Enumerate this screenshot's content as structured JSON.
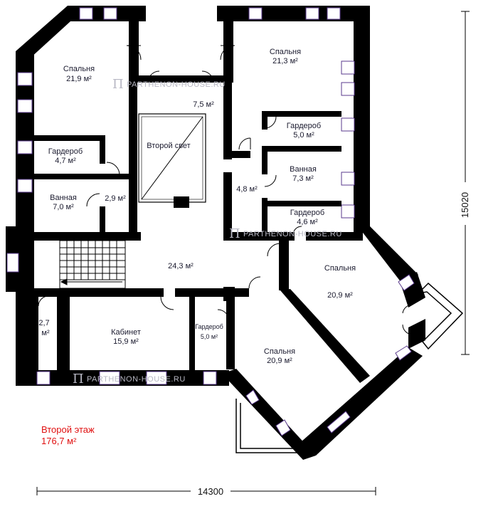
{
  "floor_caption": {
    "title": "Второй этаж",
    "area": "176,7 м²"
  },
  "dimensions": {
    "width": "14300",
    "height": "15020"
  },
  "watermark": {
    "text": "PARTHENON-HOUSE.RU"
  },
  "rooms": {
    "bedroom_nw": {
      "name": "Спальня",
      "area": "21,9 м²"
    },
    "bedroom_ne": {
      "name": "Спальня",
      "area": "21,3 м²"
    },
    "hall_top": {
      "name": "",
      "area": "7,5 м²"
    },
    "second_light": {
      "name": "Второй свет",
      "area": ""
    },
    "wardrobe_w": {
      "name": "Гардероб",
      "area": "4,7 м²"
    },
    "wardrobe_ne1": {
      "name": "Гардероб",
      "area": "5,0 м²"
    },
    "bath_w": {
      "name": "Ванная",
      "area": "7,0 м²"
    },
    "bath_e": {
      "name": "Ванная",
      "area": "7,3 м²"
    },
    "corridor_w": {
      "name": "",
      "area": "2,9 м²"
    },
    "corridor_e": {
      "name": "",
      "area": "4,8 м²"
    },
    "wardrobe_ne2": {
      "name": "Гардероб",
      "area": "4,6 м²"
    },
    "hall_main": {
      "name": "",
      "area": "24,3 м²"
    },
    "bedroom_se1": {
      "name": "Спальня",
      "area": "20,9 м²"
    },
    "storage_sw": {
      "name": "2,7",
      "area": "м²"
    },
    "study": {
      "name": "Кабинет",
      "area": "15,9 м²"
    },
    "wardrobe_s": {
      "name": "Гардероб",
      "area": "5,0 м²"
    },
    "bedroom_se2": {
      "name": "Спальня",
      "area": "20,9 м²"
    }
  }
}
